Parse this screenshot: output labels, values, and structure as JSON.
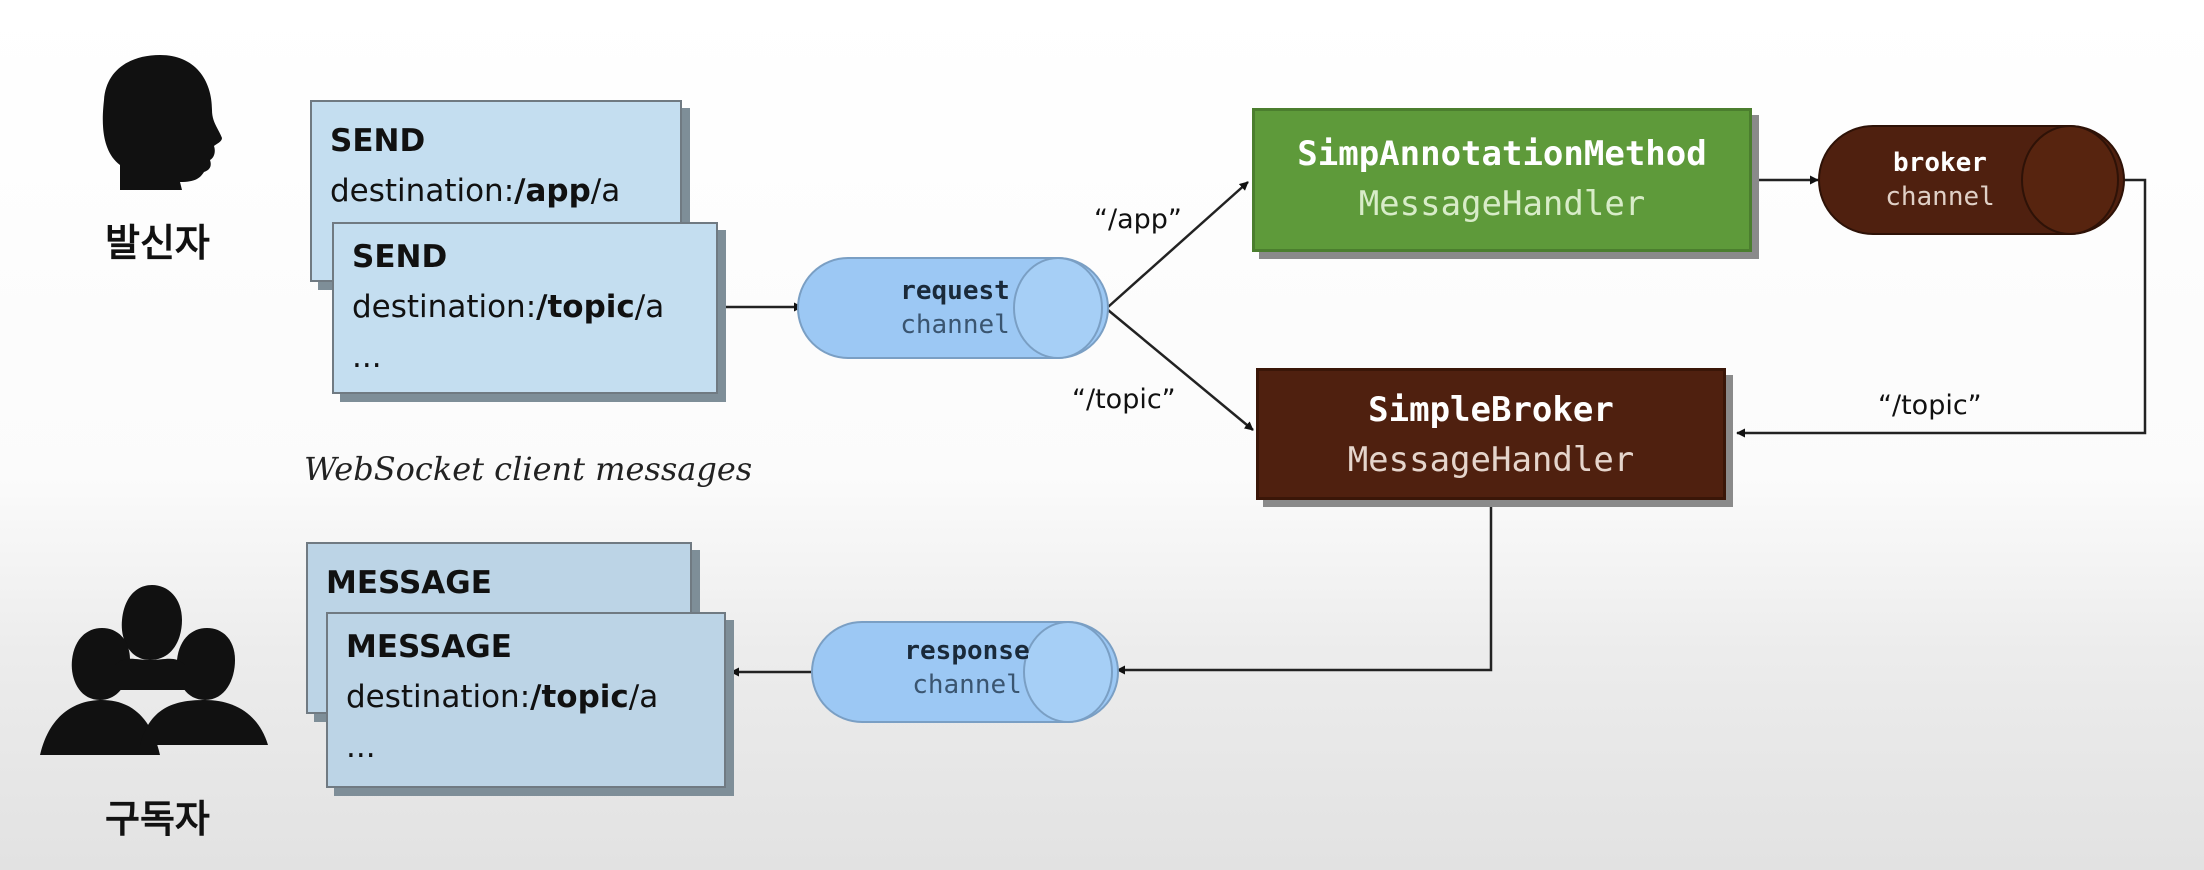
{
  "sender_label": "발신자",
  "subscriber_label": "구독자",
  "caption": "WebSocket client messages",
  "send_back": {
    "command": "SEND",
    "dest_prefix": "destination:",
    "dest_bold": "/app",
    "dest_suffix": "/a"
  },
  "send_front": {
    "command": "SEND",
    "dest_prefix": "destination:",
    "dest_bold": "/topic",
    "dest_suffix": "/a",
    "ellipsis": "..."
  },
  "msg_back": {
    "command": "MESSAGE"
  },
  "msg_front": {
    "command": "MESSAGE",
    "dest_prefix": "destination:",
    "dest_bold": "/topic",
    "dest_suffix": "/a",
    "ellipsis": "..."
  },
  "request_channel": {
    "line1": "request",
    "line2": "channel"
  },
  "response_channel": {
    "line1": "response",
    "line2": "channel"
  },
  "broker_channel": {
    "line1": "broker",
    "line2": "channel"
  },
  "annotation_handler": {
    "line1": "SimpAnnotationMethod",
    "line2": "MessageHandler"
  },
  "broker_handler": {
    "line1": "SimpleBroker",
    "line2": "MessageHandler"
  },
  "edge_labels": {
    "app": "“/app”",
    "topic_left": "“/topic”",
    "topic_right": "“/topic”"
  },
  "colors": {
    "message_box": "#c4def0",
    "channel": "#9cc8f4",
    "green_handler": "#5e9a3a",
    "brown_handler": "#4f200f"
  },
  "icons": {
    "sender": "person-head-icon",
    "subscribers": "group-people-icon"
  }
}
